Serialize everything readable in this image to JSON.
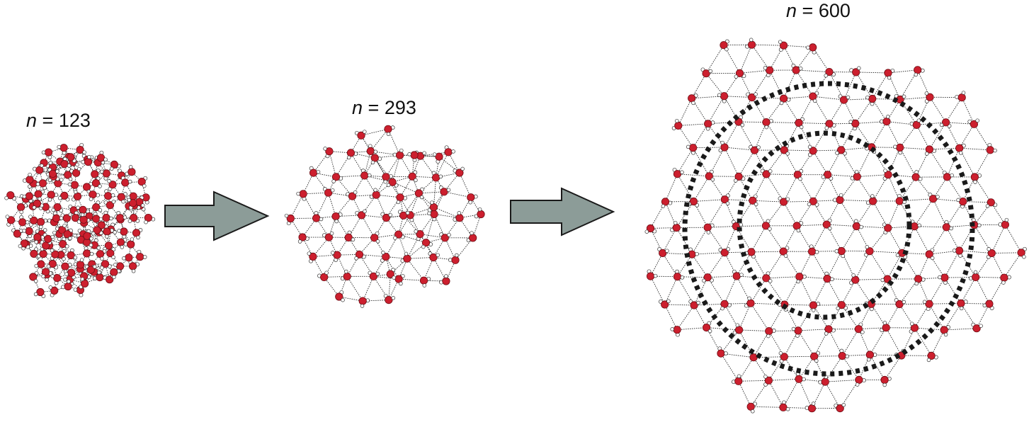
{
  "panels": [
    {
      "n_symbol": "n",
      "eq": " = ",
      "value": "123"
    },
    {
      "n_symbol": "n",
      "eq": " = ",
      "value": "293"
    },
    {
      "n_symbol": "n",
      "eq": " = ",
      "value": "600"
    }
  ],
  "colors": {
    "oxygen": "#cc1f2e",
    "oxygen_stroke": "#6e0d14",
    "hydrogen": "#ffffff",
    "bond": "#222222",
    "arrow_fill": "#8c9c98",
    "arrow_stroke": "#1a1a1a",
    "shell_ring": "#1a1a1a"
  },
  "icons": [
    "arrow-right-icon"
  ]
}
